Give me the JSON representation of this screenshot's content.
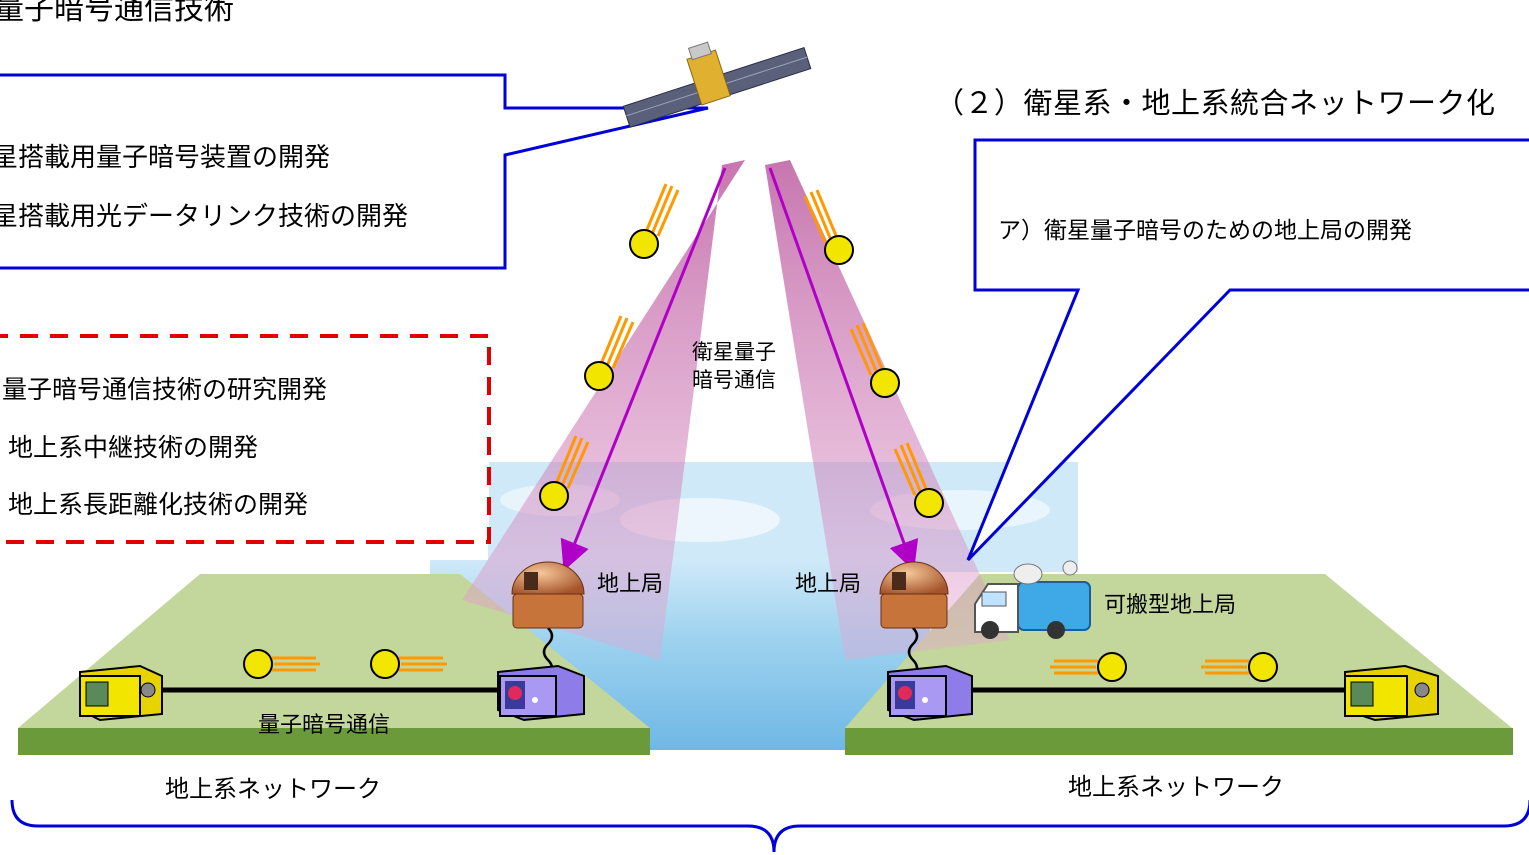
{
  "header": {
    "title_fragment": "量子暗号通信技術"
  },
  "satellite_box": {
    "items": [
      "星搭載用量子暗号装置の開発",
      "星搭載用光データリンク技術の開発"
    ]
  },
  "integration_heading": "（２）衛星系・地上系統合ネットワーク化",
  "ground_station_box": {
    "text": "ア）衛星量子暗号のための地上局の開発"
  },
  "dashed_box": {
    "items": [
      "量子暗号通信技術の研究開発",
      "地上系中継技術の開発",
      "地上系長距離化技術の開発"
    ]
  },
  "labels": {
    "satellite_qkd": [
      "衛星量子",
      "暗号通信"
    ],
    "ground_station_left": "地上局",
    "ground_station_right": "地上局",
    "portable_station": "可搬型地上局",
    "qkd_link": "量子暗号通信",
    "network_left": "地上系ネットワーク",
    "network_right": "地上系ネットワーク"
  },
  "colors": {
    "callout_border": "#0000d9",
    "dashed_border": "#e00000",
    "land": "#c3d69b",
    "land_edge": "#6a9a3a",
    "sea": "#9fd3ef",
    "beam": "#c0509a",
    "photon": "#f2e600",
    "photon_trail": "#ff9900",
    "arrow": "#b000c8"
  }
}
